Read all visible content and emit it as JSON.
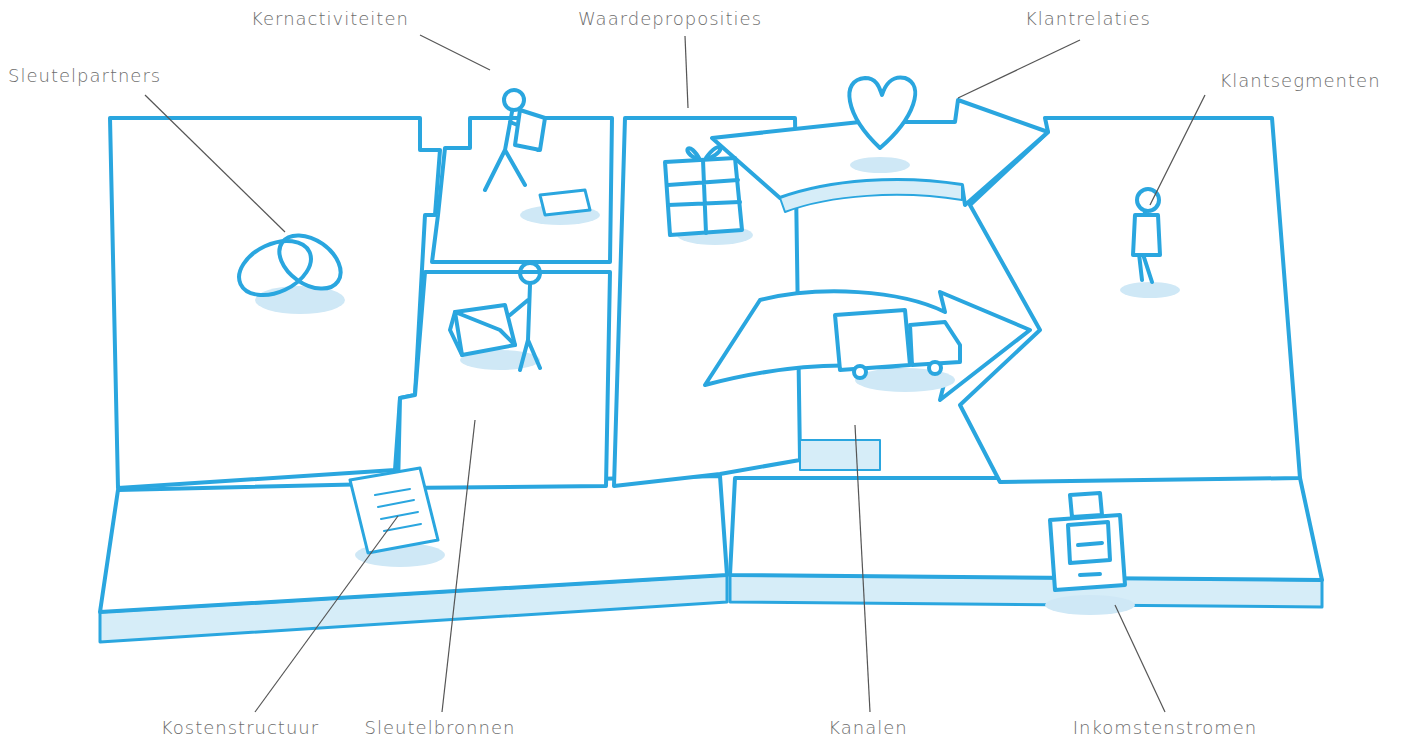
{
  "diagram": {
    "labels": [
      "Kernactiviteiten",
      "Waardeproposities",
      "Klantrelaties",
      "Sleutelpartners",
      "Klantsegmenten",
      "Kostenstructuur",
      "Sleutelbronnen",
      "Kanalen",
      "Inkomstenstromen"
    ]
  }
}
